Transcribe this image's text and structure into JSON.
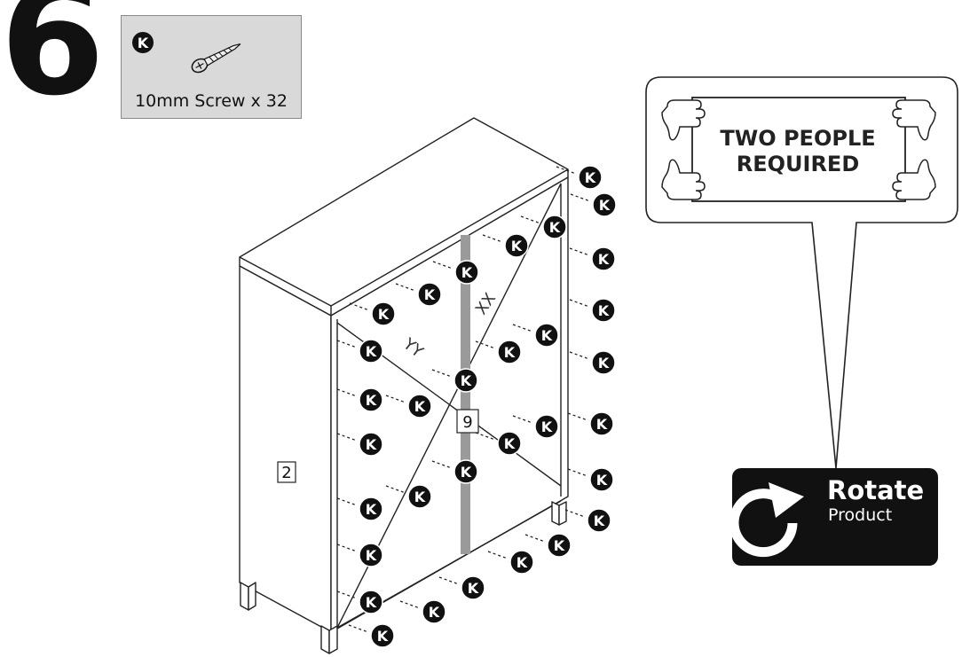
{
  "step": {
    "number": "6"
  },
  "parts": {
    "letter": "K",
    "caption": "10mm Screw x 32"
  },
  "drawing": {
    "side_panel_label": "2",
    "back_panel_label": "9",
    "diagonal_label_1": "XX",
    "diagonal_label_2": "YY",
    "marker_letter": "K"
  },
  "callout": {
    "line1": "TWO PEOPLE",
    "line2": "REQUIRED"
  },
  "rotate": {
    "title": "Rotate",
    "subtitle": "Product"
  }
}
